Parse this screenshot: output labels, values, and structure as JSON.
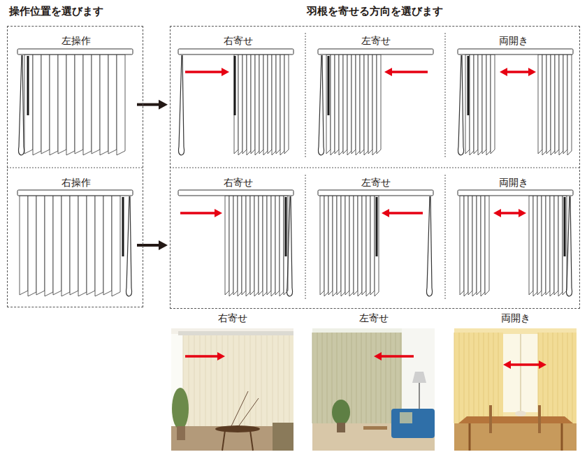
{
  "diagram": {
    "nodes": [
      {
        "text": [
          "操作位置を選びます"
        ]
      },
      {
        "text": [
          "左操作"
        ],
        "in": 0
      },
      {
        "text": [
          "右操作"
        ],
        "in": 0
      },
      {
        "text": [
          "羽根を寄せる方向を選びます"
        ]
      },
      {
        "text": [
          "右寄せ"
        ],
        "in": 3
      },
      {
        "text": [
          "左寄せ"
        ],
        "in": 3
      },
      {
        "text": [
          "両開き"
        ],
        "in": 3
      },
      {
        "text": [
          "右寄せ"
        ],
        "in": 3
      },
      {
        "text": [
          "左寄せ"
        ],
        "in": 3
      },
      {
        "text": [
          "両開き"
        ],
        "in": 3
      },
      {
        "text": [
          "右寄せ"
        ]
      },
      {
        "text": [
          "左寄せ"
        ]
      },
      {
        "text": [
          "両開き"
        ]
      }
    ],
    "edges": [
      {
        "from": 1,
        "to": 3,
        "arrow": "to"
      },
      {
        "from": 2,
        "to": 3,
        "arrow": "to"
      }
    ]
  }
}
